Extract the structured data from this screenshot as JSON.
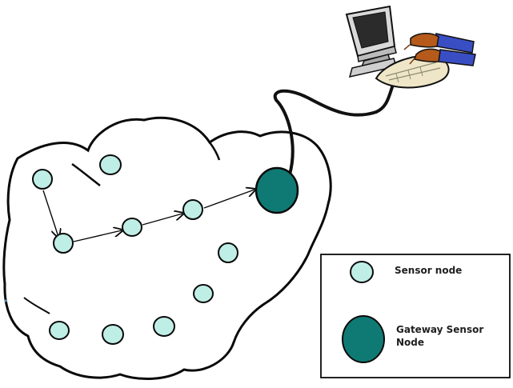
{
  "legend": {
    "sensor_label": "Sensor node",
    "gateway_label_line1": "Gateway Sensor",
    "gateway_label_line2": "Node"
  },
  "colors": {
    "sensor_fill": "#bfeee6",
    "gateway_fill": "#0f7a74",
    "outline": "#0a0a0a",
    "cable": "#111111"
  },
  "icons": {
    "computer": "computer-terminal-icon"
  }
}
